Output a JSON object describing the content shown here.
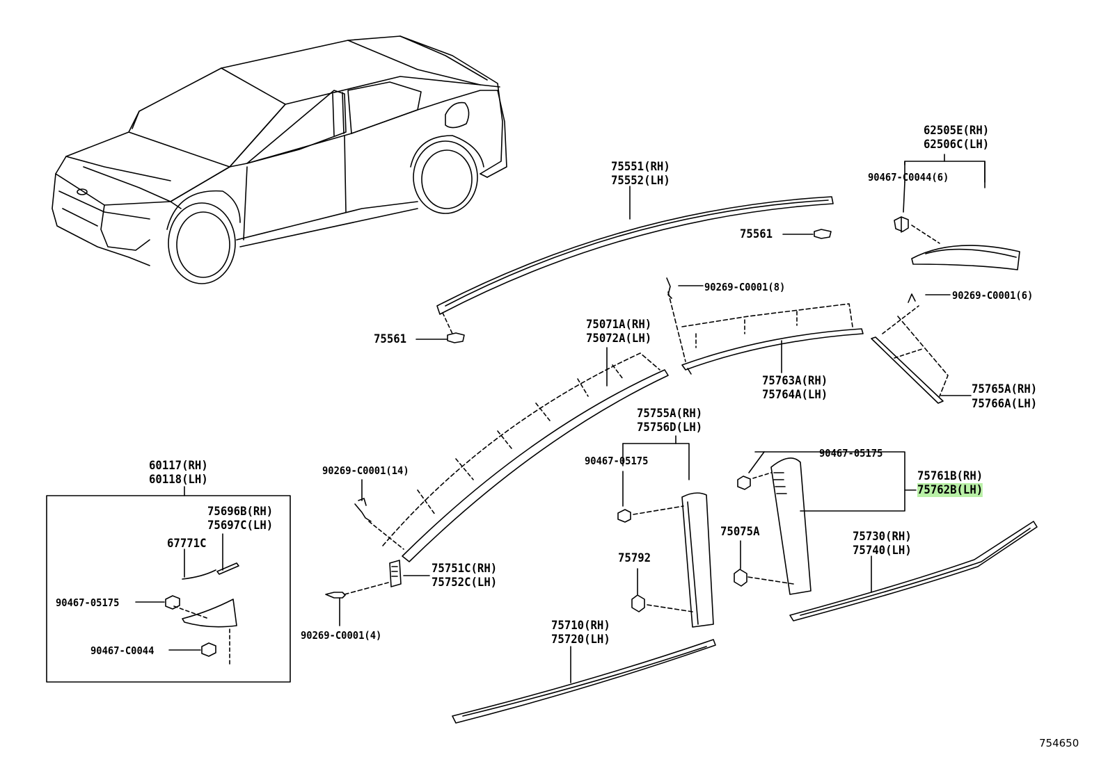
{
  "figure_number": "754650",
  "callouts": {
    "c_62505E": "62505E(RH)",
    "c_62506C": "62506C(LH)",
    "c_90467_C0044_6": "90467-C0044(6)",
    "c_75551": "75551(RH)",
    "c_75552": "75552(LH)",
    "c_75561_a": "75561",
    "c_75561_b": "75561",
    "c_90269_8": "90269-C0001(8)",
    "c_90269_6": "90269-C0001(6)",
    "c_75071A": "75071A(RH)",
    "c_75072A": "75072A(LH)",
    "c_75763A": "75763A(RH)",
    "c_75764A": "75764A(LH)",
    "c_75765A": "75765A(RH)",
    "c_75766A": "75766A(LH)",
    "c_75755A": "75755A(RH)",
    "c_75756D": "75756D(LH)",
    "c_90467_05175_a": "90467-05175",
    "c_90467_05175_b": "90467-05175",
    "c_75761B": "75761B(RH)",
    "c_75762B": "75762B(LH)",
    "c_75075A": "75075A",
    "c_75792": "75792",
    "c_75730": "75730(RH)",
    "c_75740": "75740(LH)",
    "c_75710": "75710(RH)",
    "c_75720": "75720(LH)",
    "c_90269_14": "90269-C0001(14)",
    "c_75751C": "75751C(RH)",
    "c_75752C": "75752C(LH)",
    "c_90269_4": "90269-C0001(4)",
    "c_60117": "60117(RH)",
    "c_60118": "60118(LH)",
    "c_75696B": "75696B(RH)",
    "c_75697C": "75697C(LH)",
    "c_67771C": "67771C",
    "c_90467_05175_c": "90467-05175",
    "c_90467_C0044": "90467-C0044"
  }
}
